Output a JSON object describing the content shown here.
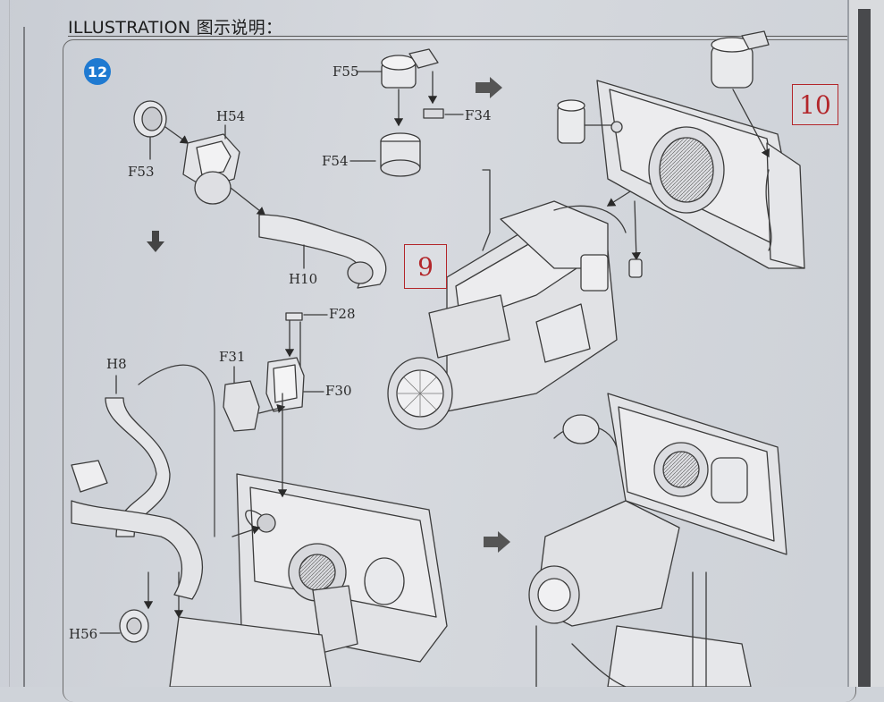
{
  "header": {
    "title": "ILLUSTRATION 图示说明："
  },
  "step": {
    "number": "12"
  },
  "references": {
    "ref_a": "9",
    "ref_b": "10"
  },
  "parts": {
    "f55": "F55",
    "f54": "F54",
    "f34": "F34",
    "f53": "F53",
    "h54": "H54",
    "h10": "H10",
    "f28": "F28",
    "f31": "F31",
    "f30": "F30",
    "h8": "H8",
    "h56": "H56"
  }
}
